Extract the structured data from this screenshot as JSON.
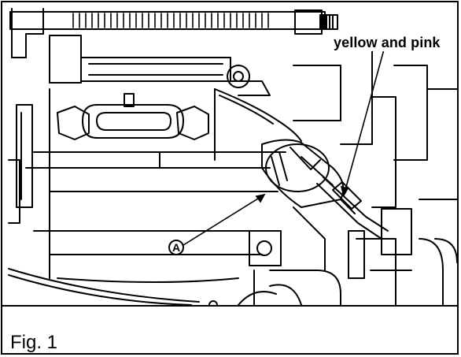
{
  "callout_label": "yellow and pink",
  "marker_label": "A",
  "figure_caption": "Fig. 1"
}
